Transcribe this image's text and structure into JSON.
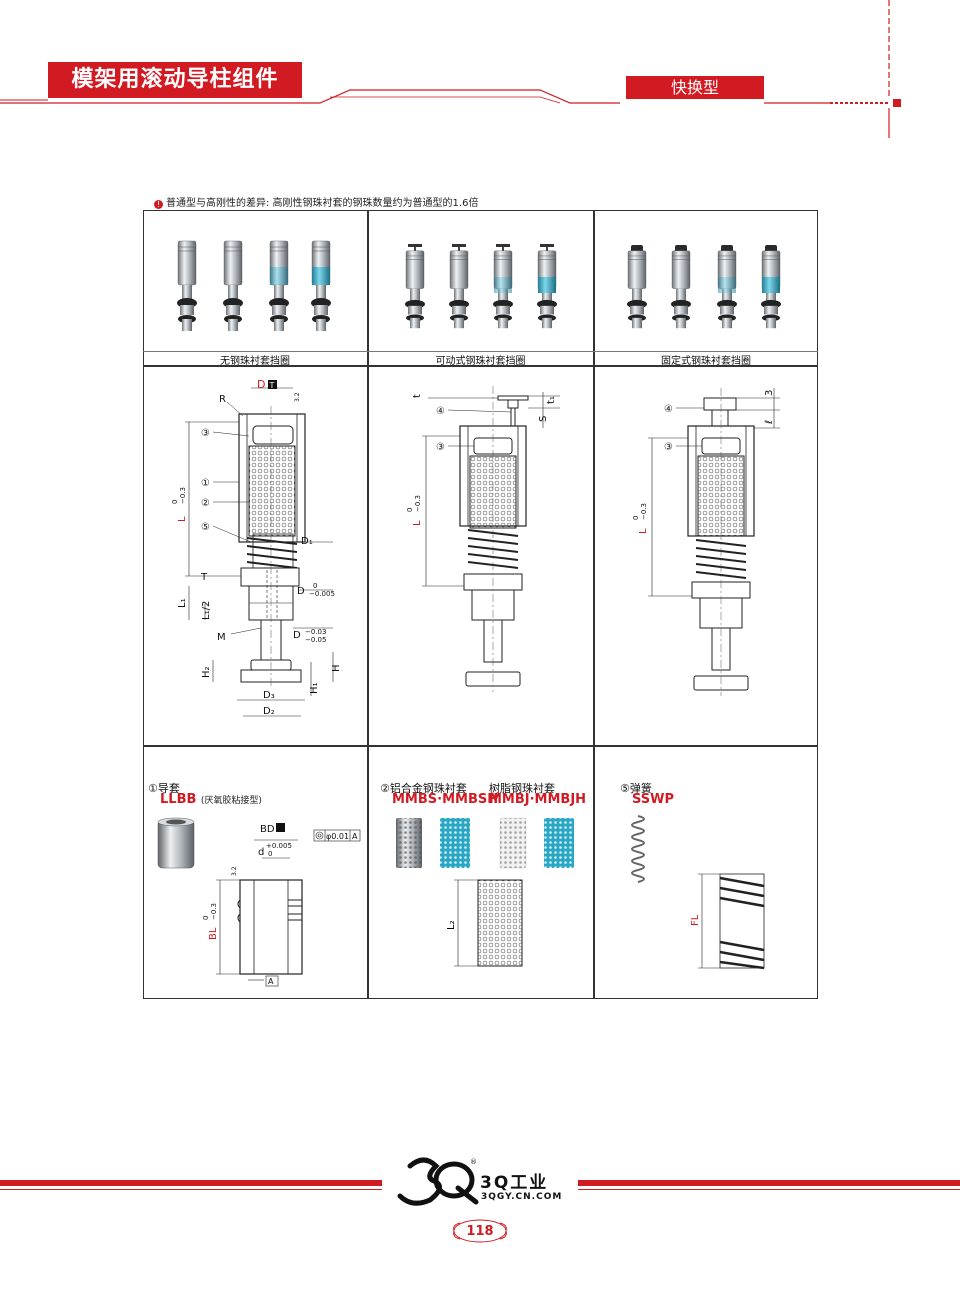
{
  "header": {
    "title": "模架用滚动导柱组件",
    "subtitle": "快换型"
  },
  "note": {
    "icon": "!",
    "text": "普通型与高刚性的差异: 高刚性钢珠衬套的钢珠数量约为普通型的1.6倍"
  },
  "columns": [
    {
      "label": "无钢珠衬套挡圈"
    },
    {
      "label": "可动式钢珠衬套挡圈"
    },
    {
      "label": "固定式钢珠衬套挡圈"
    }
  ],
  "dims_col1": {
    "D": "D",
    "T": "T",
    "R": "R",
    "L": "L",
    "L_tol_top": "0",
    "L_tol_bot": "−0.3",
    "D1": "D₁",
    "Tlabel": "T",
    "D_tol_top": "0",
    "D_tol_bot": "−0.005",
    "L1": "L₁",
    "L1half": "L₁/2",
    "D_b": "D",
    "Db_tol_top": "−0.03",
    "Db_tol_bot": "−0.05",
    "M": "M",
    "H": "H",
    "H1": "H₁",
    "H2": "H₂",
    "D3": "D₃",
    "D2": "D₂",
    "n1": "①",
    "n2": "②",
    "n3": "③",
    "n5": "⑤",
    "rough": "3.2"
  },
  "dims_col2": {
    "t": "t",
    "t1": "t₁",
    "S": "S",
    "n4": "④",
    "n3": "③",
    "L": "L",
    "L_tol_top": "0",
    "L_tol_bot": "−0.3"
  },
  "dims_col3": {
    "three": "3",
    "l": "ℓ",
    "n4": "④",
    "n3": "③",
    "L": "L",
    "L_tol_top": "0",
    "L_tol_bot": "−0.3"
  },
  "parts": {
    "guide_bush": {
      "label": "①导套",
      "code": "LLBB",
      "code_note": "(厌氧胶粘接型)",
      "BD": "BD",
      "d": "d",
      "d_tol_top": "+0.005",
      "d_tol_bot": "0",
      "concentric": "φ0.01",
      "datum": "A",
      "BL": "BL",
      "BL_tol_top": "0",
      "BL_tol_bot": "−0.3",
      "rough": "3.2"
    },
    "ball_cage": {
      "label": "②铝合金钢珠衬套",
      "code": "MMBS·MMBSH",
      "label2": "树脂钢珠衬套",
      "code2": "MMBJ·MMBJH",
      "L2": "L₂"
    },
    "spring": {
      "label": "⑤弹簧",
      "code": "SSWP",
      "FL": "FL"
    }
  },
  "footer": {
    "brand": "3Q工业",
    "url": "3QGY.CN.COM",
    "registered": "®",
    "page": "118"
  },
  "colors": {
    "accent": "#d21a22",
    "teal": "#2aa7c4"
  }
}
